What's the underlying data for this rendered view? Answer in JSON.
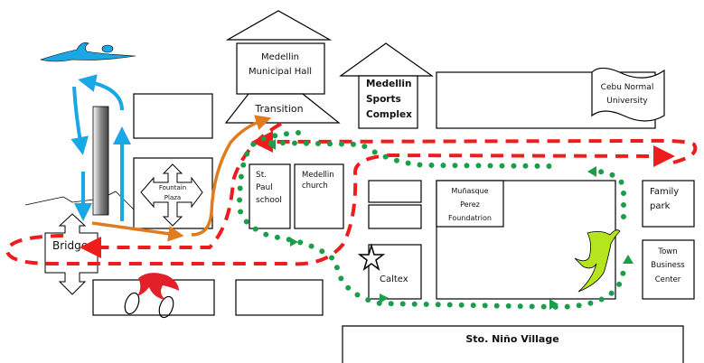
{
  "labels": {
    "municipal_hall": [
      "Medellin",
      "Municipal Hall"
    ],
    "transition": "Transition",
    "sports_complex": [
      "Medellin",
      "Sports",
      "Complex"
    ],
    "cebu_normal": [
      "Cebu Normal",
      "University"
    ],
    "fountain_plaza": [
      "Fountain",
      "Plaza"
    ],
    "st_paul": [
      "St.",
      "Paul",
      "school"
    ],
    "medellin_church": [
      "Medellin",
      "church"
    ],
    "munasque": [
      "Muñasque",
      "Perez",
      "Foundatrion"
    ],
    "family_park": [
      "Family",
      "park"
    ],
    "bridge": "Bridge",
    "caltex": "Caltex",
    "town_business": [
      "Town",
      "Business",
      "Center"
    ],
    "sto_nino": "Sto. Niño Village"
  },
  "colors": {
    "swim_route": "#1aa7e6",
    "bike_route": "#ee1c1c",
    "run_route": "#1a9e4a",
    "transition_route": "#e07b1f",
    "runner": "#b5e61d",
    "cyclist": "#e3202a"
  },
  "icons": [
    "swimmer-icon",
    "cyclist-icon",
    "runner-icon",
    "star-icon"
  ]
}
